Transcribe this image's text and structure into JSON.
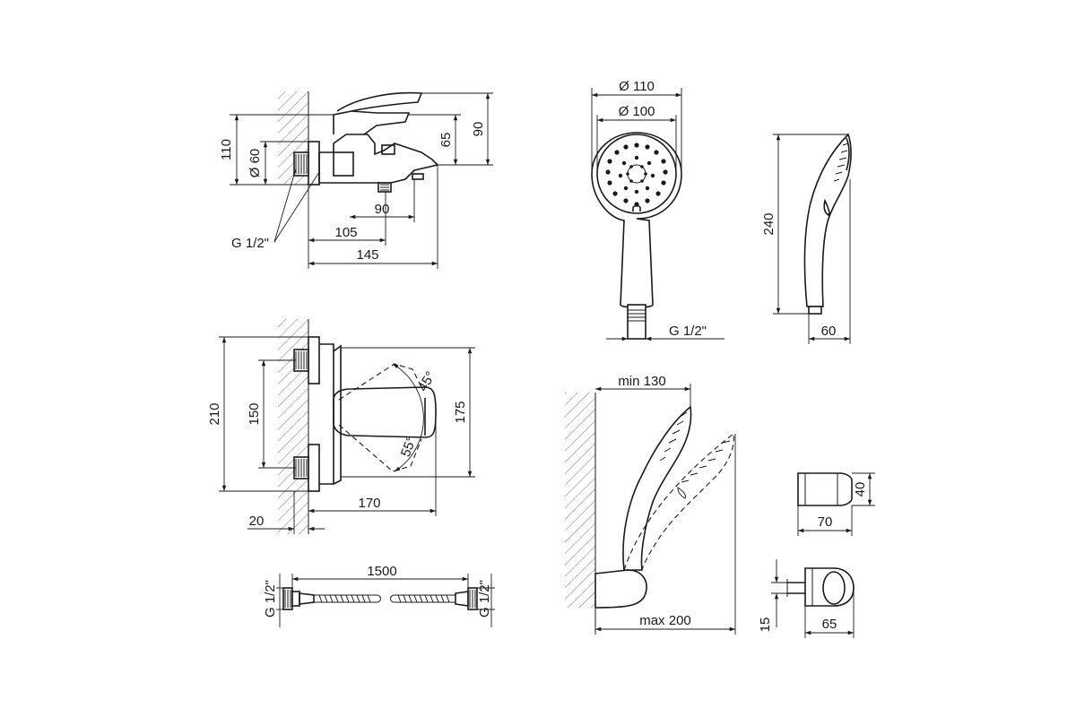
{
  "colors": {
    "line": "#1a1a1a",
    "background": "#ffffff",
    "hatch": "#555555"
  },
  "mixer_side": {
    "dim_height_total": "110",
    "dim_diameter": "Ø 60",
    "dim_spout_height": "65",
    "dim_lever_height": "90",
    "dim_outlet_offset": "90",
    "dim_spout_reach": "105",
    "dim_total_depth": "145",
    "thread_label": "G 1/2\""
  },
  "mixer_front": {
    "dim_total_height": "210",
    "dim_center_distance": "150",
    "dim_body_height": "175",
    "dim_depth": "170",
    "dim_wall_offset": "20",
    "angle_up": "45°",
    "angle_down": "55°"
  },
  "hand_shower": {
    "dim_outer_diameter": "Ø 110",
    "dim_inner_diameter": "Ø 100",
    "thread_label": "G 1/2\"",
    "dim_length": "240",
    "dim_profile_width": "60"
  },
  "hose": {
    "dim_length": "1500",
    "thread_left": "G 1/2\"",
    "thread_right": "G 1/2\""
  },
  "wall_holder_setup": {
    "dim_min": "min 130",
    "dim_max": "max 200"
  },
  "holder_small": {
    "dim_height": "40",
    "dim_width": "70"
  },
  "wall_outlet": {
    "dim_height": "15",
    "dim_width": "65"
  }
}
